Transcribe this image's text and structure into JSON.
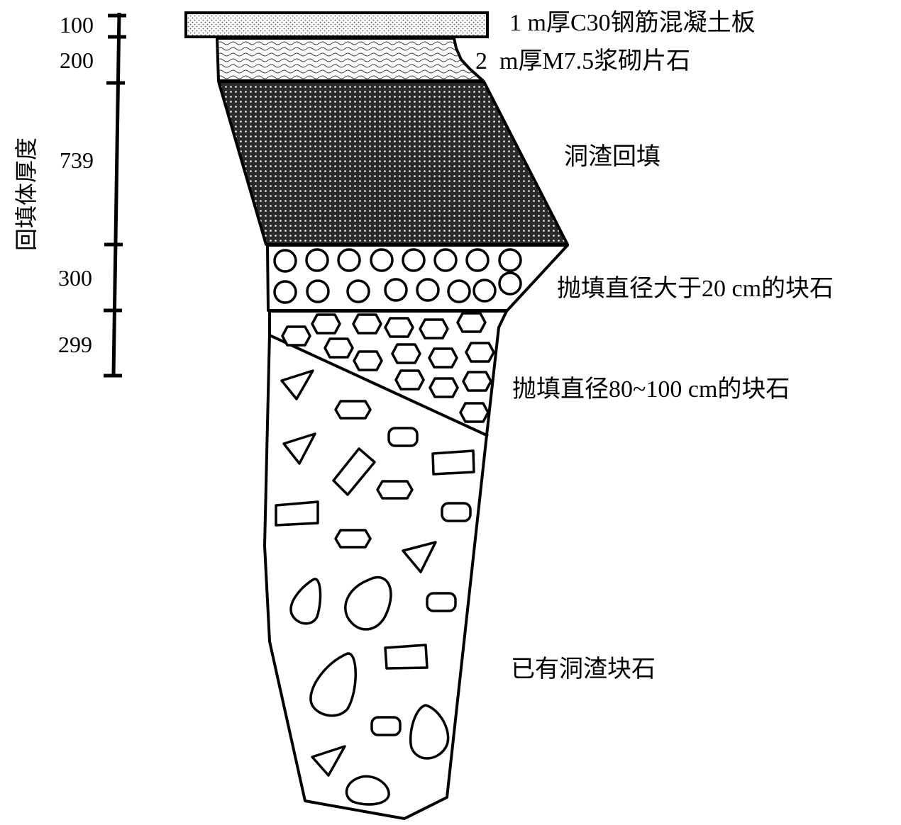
{
  "axis": {
    "title": "回填体厚度",
    "ticks": [
      "100",
      "200",
      "739",
      "300",
      "299"
    ]
  },
  "layers": [
    {
      "label": "1 m厚C30钢筋混凝土板",
      "thickness": "100"
    },
    {
      "label": "2  m厚M7.5浆砌片石",
      "thickness": "200"
    },
    {
      "label": "洞渣回填",
      "thickness": "739"
    },
    {
      "label": "抛填直径大于20 cm的块石",
      "thickness": "300"
    },
    {
      "label": "抛填直径80~100 cm的块石",
      "thickness": "299"
    },
    {
      "label": "已有洞渣块石",
      "thickness": ""
    }
  ],
  "colors": {
    "line": "#000000",
    "background": "#ffffff",
    "concrete_dot": "#555555",
    "backfill_fill": "#2a2a2a"
  }
}
